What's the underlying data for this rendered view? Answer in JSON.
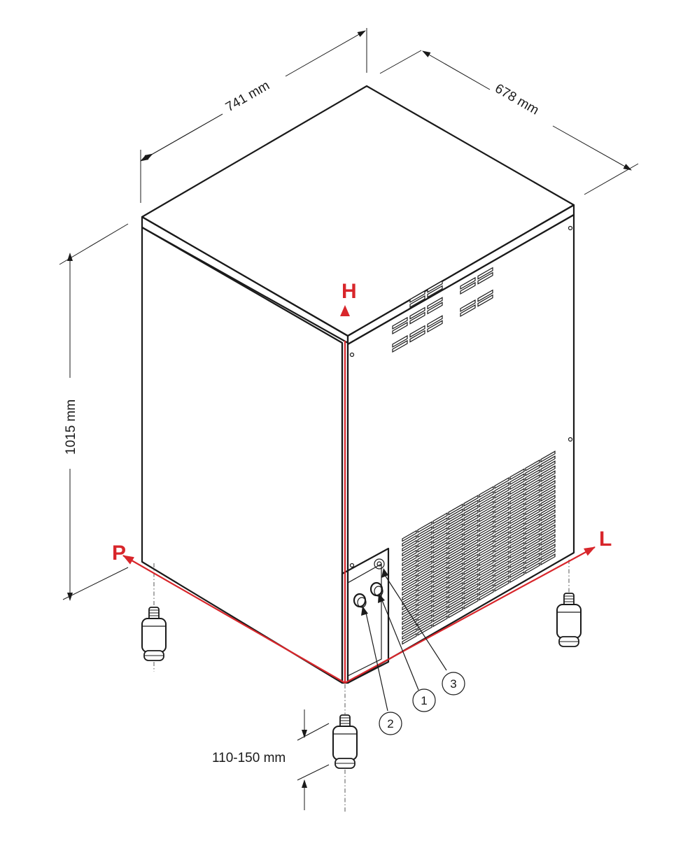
{
  "dimensions": {
    "width": "741 mm",
    "depth": "678 mm",
    "height": "1015 mm",
    "leg_adjust": "110-150 mm"
  },
  "axes": {
    "h": "H",
    "p": "P",
    "l": "L"
  },
  "callouts": {
    "c1": "1",
    "c2": "2",
    "c3": "3"
  },
  "colors": {
    "axis": "#d8262b",
    "outline": "#1a1a1a"
  }
}
